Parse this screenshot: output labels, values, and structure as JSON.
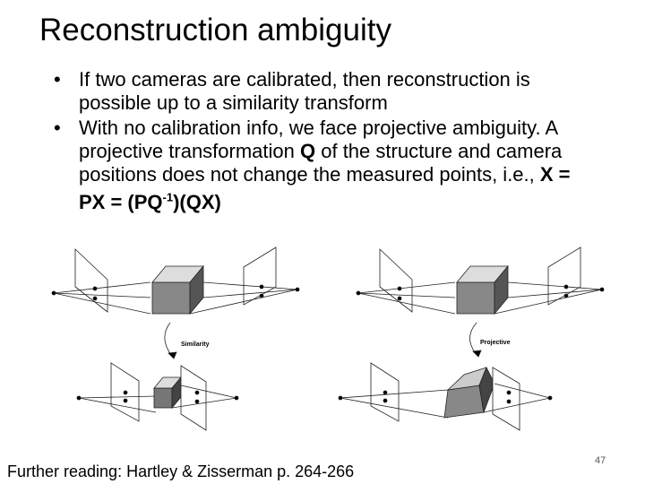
{
  "slide": {
    "title": "Reconstruction ambiguity",
    "bullets": [
      {
        "marker": "•",
        "text": "If two cameras are calibrated, then reconstruction is possible up to a similarity transform"
      },
      {
        "marker": "•",
        "text_part1": "With no calibration info, we face projective ambiguity. A projective transformation ",
        "q_bold": "Q",
        "text_part2": " of the structure and camera positions does not change the measured points, i.e., ",
        "eq_part1": "X = PX = (PQ",
        "eq_sup": "-1",
        "eq_part2": ")(QX)"
      }
    ],
    "figure": {
      "left_label": "Similarity",
      "right_label": "Projective"
    },
    "footer": "Further reading: Hartley & Zisserman p. 264-266",
    "page_number": "47"
  }
}
